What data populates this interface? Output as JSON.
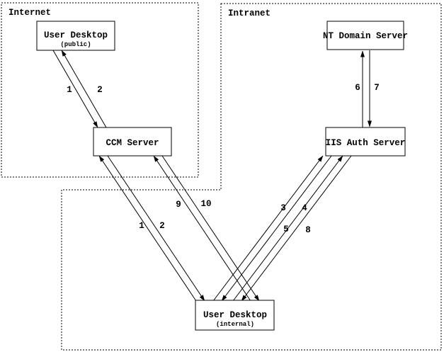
{
  "diagram": {
    "type": "network-flow-diagram",
    "zones": {
      "internet": {
        "label": "Internet"
      },
      "intranet": {
        "label": "Intranet"
      }
    },
    "nodes": {
      "user_desktop_public": {
        "label": "User Desktop",
        "sublabel": "(public)",
        "zone": "internet"
      },
      "ccm_server": {
        "label": "CCM Server",
        "zone": "internet"
      },
      "nt_domain_server": {
        "label": "NT Domain Server",
        "zone": "intranet"
      },
      "iis_auth_server": {
        "label": "IIS Auth Server",
        "zone": "intranet"
      },
      "user_desktop_internal": {
        "label": "User Desktop",
        "sublabel": "(internal)",
        "zone": "intranet"
      }
    },
    "flows": [
      {
        "label": "1",
        "from": "user_desktop_public",
        "to": "ccm_server"
      },
      {
        "label": "2",
        "from": "ccm_server",
        "to": "user_desktop_public"
      },
      {
        "label": "1",
        "from": "user_desktop_internal",
        "to": "ccm_server"
      },
      {
        "label": "2",
        "from": "ccm_server",
        "to": "user_desktop_internal"
      },
      {
        "label": "9",
        "from": "user_desktop_internal",
        "to": "ccm_server"
      },
      {
        "label": "10",
        "from": "ccm_server",
        "to": "user_desktop_internal"
      },
      {
        "label": "3",
        "from": "user_desktop_internal",
        "to": "iis_auth_server"
      },
      {
        "label": "4",
        "from": "iis_auth_server",
        "to": "user_desktop_internal"
      },
      {
        "label": "5",
        "from": "user_desktop_internal",
        "to": "iis_auth_server"
      },
      {
        "label": "8",
        "from": "iis_auth_server",
        "to": "user_desktop_internal"
      },
      {
        "label": "6",
        "from": "iis_auth_server",
        "to": "nt_domain_server"
      },
      {
        "label": "7",
        "from": "nt_domain_server",
        "to": "iis_auth_server"
      }
    ],
    "colors": {
      "line": "#000000",
      "background": "#ffffff"
    }
  }
}
